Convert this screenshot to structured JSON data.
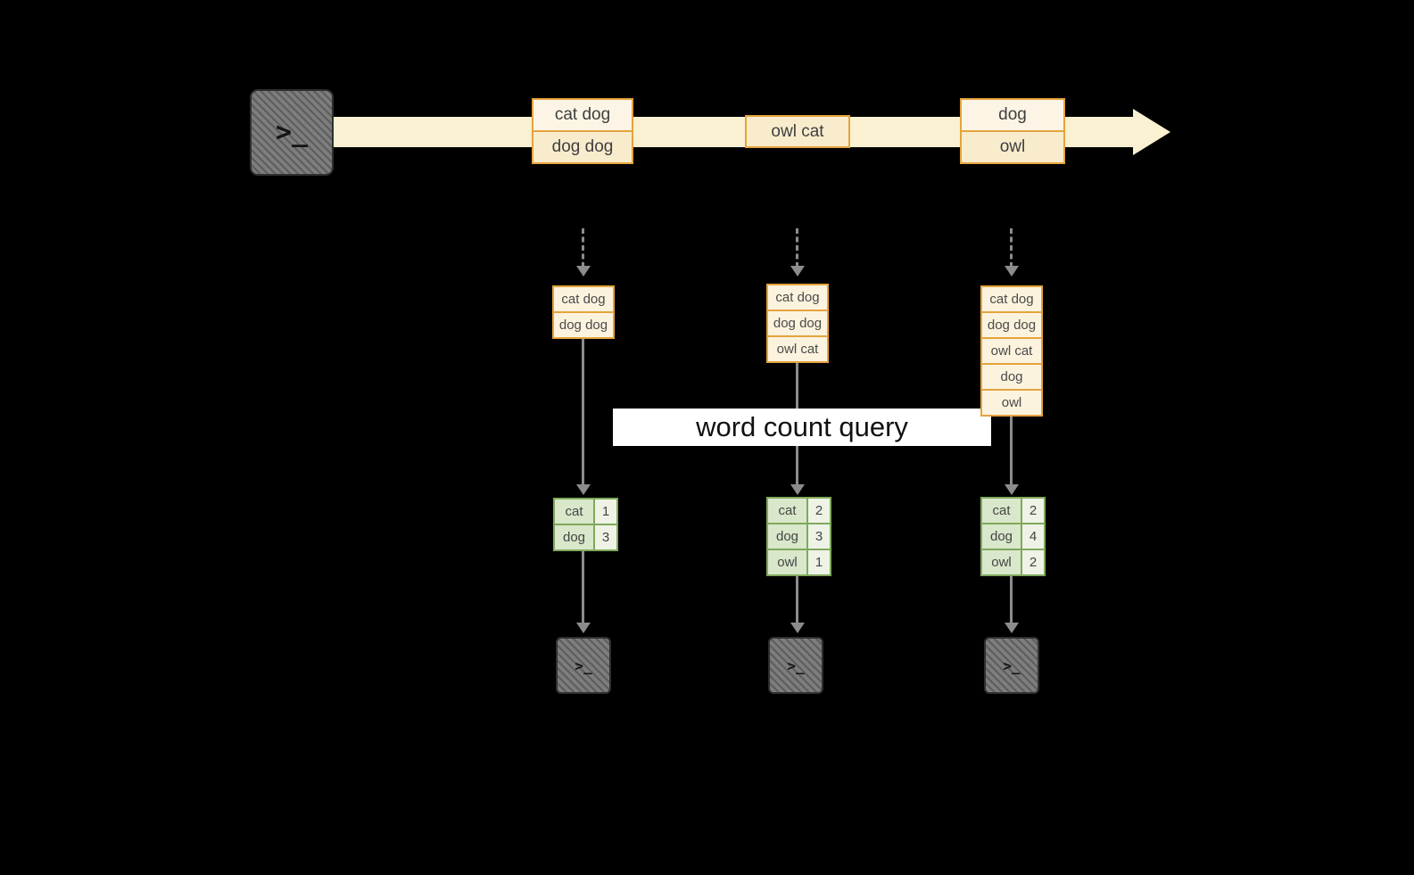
{
  "banner": {
    "label": "word count query"
  },
  "icons": {
    "terminal_glyph": ">_"
  },
  "stream": {
    "events": [
      {
        "lines": [
          "cat dog",
          "dog dog"
        ]
      },
      {
        "lines": [
          "owl cat"
        ]
      },
      {
        "lines": [
          "dog",
          "owl"
        ]
      }
    ]
  },
  "columns": [
    {
      "buffer": [
        "cat dog",
        "dog dog"
      ],
      "counts": [
        {
          "word": "cat",
          "value": "1"
        },
        {
          "word": "dog",
          "value": "3"
        }
      ]
    },
    {
      "buffer": [
        "cat dog",
        "dog dog",
        "owl cat"
      ],
      "counts": [
        {
          "word": "cat",
          "value": "2"
        },
        {
          "word": "dog",
          "value": "3"
        },
        {
          "word": "owl",
          "value": "1"
        }
      ]
    },
    {
      "buffer": [
        "cat dog",
        "dog dog",
        "owl cat",
        "dog",
        "owl"
      ],
      "counts": [
        {
          "word": "cat",
          "value": "2"
        },
        {
          "word": "dog",
          "value": "4"
        },
        {
          "word": "owl",
          "value": "2"
        }
      ]
    }
  ],
  "colors": {
    "background": "#000000",
    "stream_fill": "#FAF0D2",
    "event_border": "#E5A33C",
    "event_fill": "#FCF3DE",
    "table_border": "#7FA95C",
    "table_word_fill": "#D9E7CB",
    "table_count_fill": "#EEF3E6",
    "arrow_gray": "#8C8C8C",
    "terminal_fill": "#7D7D7D"
  }
}
